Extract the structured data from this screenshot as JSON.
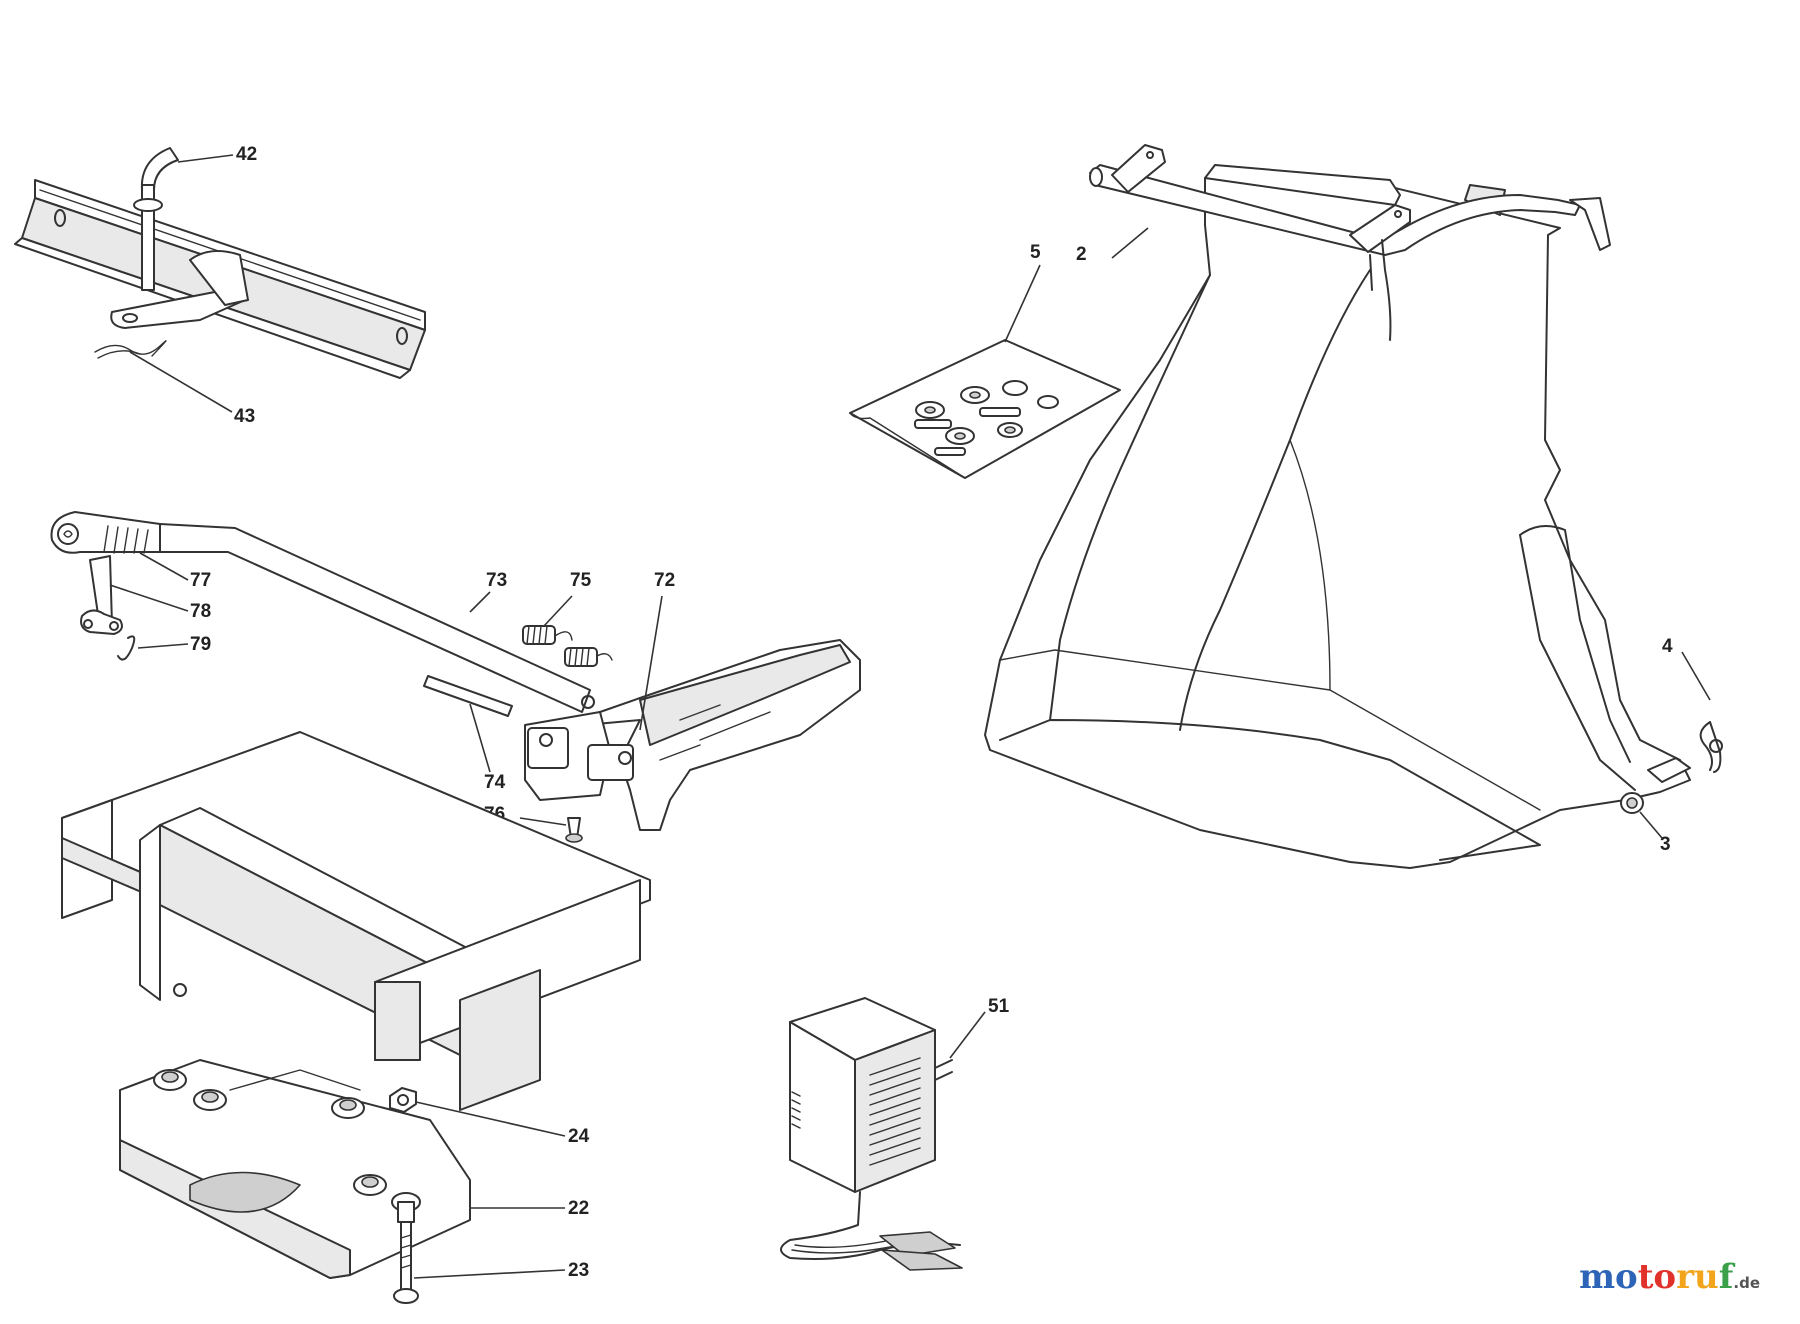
{
  "callouts": {
    "p42": "42",
    "p43": "43",
    "p77": "77",
    "p78": "78",
    "p79": "79",
    "p73": "73",
    "p75": "75",
    "p72": "72",
    "p74": "74",
    "p76": "76",
    "p24": "24",
    "p22": "22",
    "p23": "23",
    "p51": "51",
    "p5": "5",
    "p2": "2",
    "p4": "4",
    "p3": "3"
  },
  "watermark": {
    "part1": "mo",
    "part2": "to",
    "part3": "ru",
    "part4": "f",
    "suffix": ".de"
  }
}
